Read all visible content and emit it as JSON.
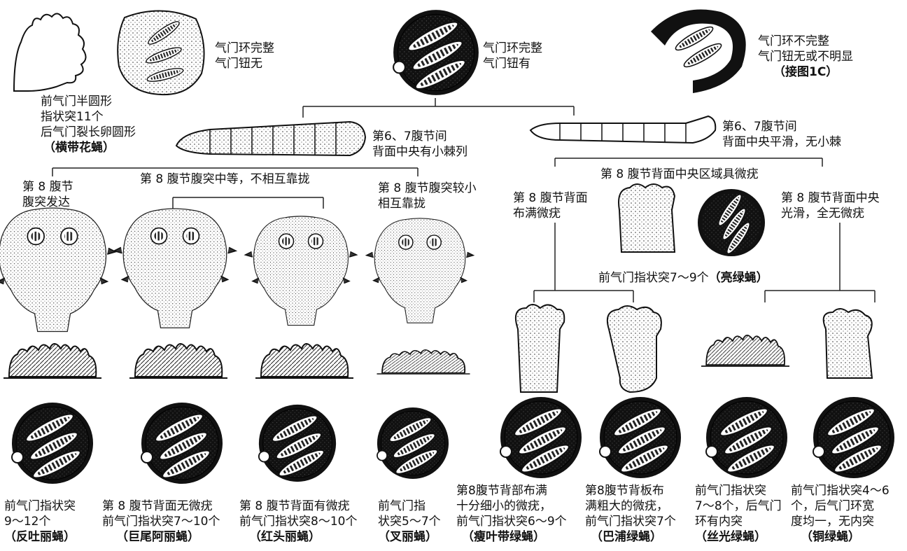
{
  "labels": {
    "a1": {
      "lines": [
        "前气门半圆形",
        "指状突11个",
        "后气门裂长卵圆形"
      ],
      "name": "（横带花蝇）"
    },
    "a2": {
      "lines": [
        "气门环完整",
        "气门钮无"
      ]
    },
    "a3": {
      "lines": [
        "气门环完整",
        "气门钮有"
      ]
    },
    "a4": {
      "lines": [
        "气门环不完整",
        "气门钮无或不明显"
      ],
      "name": "（接图1C）"
    },
    "b1": {
      "lines": [
        "第6、7腹节间",
        "背面中央有小棘列"
      ]
    },
    "b2": {
      "lines": [
        "第6、7腹节间",
        "背面中央平滑，无小棘"
      ]
    },
    "c1": {
      "lines": [
        "第 8 腹节",
        "腹突发达"
      ]
    },
    "c2": {
      "lines": [
        "第 8 腹节腹突中等，不相互靠拢"
      ]
    },
    "c3": {
      "lines": [
        "第 8 腹节腹突较小",
        "相互靠拢"
      ]
    },
    "c4": {
      "lines": [
        "第 8 腹节背面中央区域具微疣"
      ]
    },
    "c5": {
      "lines": [
        "第 8 腹节背面",
        "布满微疣"
      ]
    },
    "c6": {
      "lines": [
        "第 8 腹节背面中央",
        "光滑，全无微疣"
      ]
    },
    "c7": {
      "lines": [
        "前气门指状突7～9个"
      ],
      "name": "（亮绿蝇）"
    },
    "s1": {
      "lines": [
        "前气门指状突",
        "9～12个"
      ],
      "name": "（反吐丽蝇）"
    },
    "s2": {
      "lines": [
        "第 8 腹节背面无微疣",
        "前气门指状突7～10个"
      ],
      "name": "（巨尾阿丽蝇）"
    },
    "s3": {
      "lines": [
        "第 8 腹节背面有微疣",
        "前气门指状突8～10个"
      ],
      "name": "（红头丽蝇）"
    },
    "s4": {
      "lines": [
        "前气门指",
        "状突5～7个"
      ],
      "name": "（叉丽蝇）"
    },
    "s5": {
      "lines": [
        "第8腹节背部布满",
        "十分细小的微疣，",
        "前气门指状突6～9个"
      ],
      "name": "（瘦叶带绿蝇）"
    },
    "s6": {
      "lines": [
        "第8腹节背板布",
        "满粗大的微疣，",
        "前气门指状突7个"
      ],
      "name": "（巴浦绿蝇）"
    },
    "s7": {
      "lines": [
        "前气门指状突",
        "7～8个，后气门",
        "环有内突"
      ],
      "name": "（丝光绿蝇）"
    },
    "s8": {
      "lines": [
        "前气门指状突4～6",
        "个，后气门环宽",
        "度均一，无内突"
      ],
      "name": "（铜绿蝇）"
    }
  }
}
